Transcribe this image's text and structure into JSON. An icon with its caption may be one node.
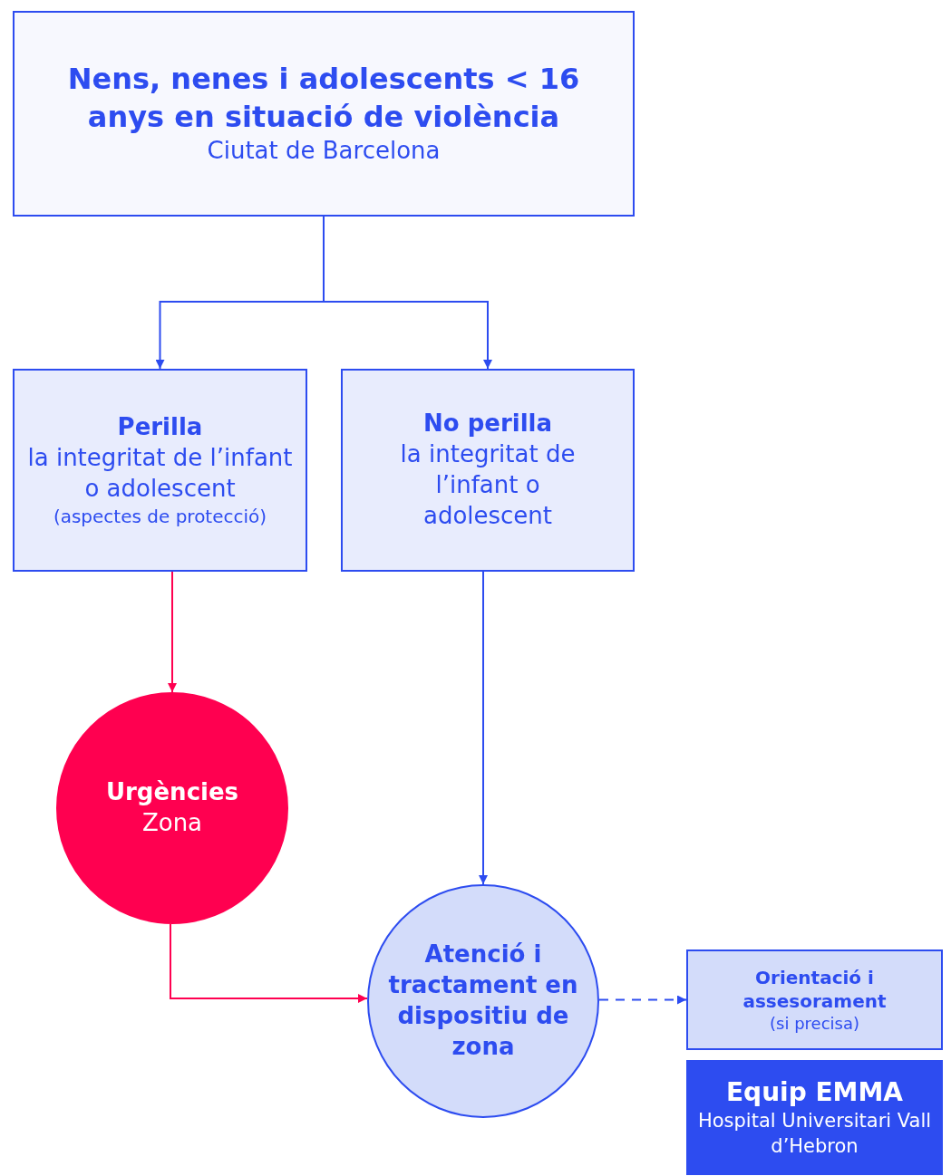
{
  "diagram": {
    "nodes": [
      {
        "text": [
          "Nens, nenes i adolescents < 16 anys en situació de violència",
          "Ciutat de Barcelona"
        ]
      },
      {
        "text": [
          "Perilla",
          "la integritat de l’infant o adolescent",
          "(aspectes de protecció)"
        ]
      },
      {
        "text": [
          "No perilla",
          "la integritat de l’infant o adolescent"
        ]
      },
      {
        "text": [
          "Urgències",
          "Zona"
        ]
      },
      {
        "text": [
          "Atenció i tractament en dispositiu de zona"
        ]
      },
      {
        "text": [
          "Orientació i assesorament",
          "(si precisa)"
        ]
      },
      {
        "text": [
          "Equip EMMA",
          "Hospital Universitari Vall d’Hebron"
        ]
      }
    ],
    "edges": [
      {
        "from": 0,
        "to": 1,
        "arrow": "to"
      },
      {
        "from": 0,
        "to": 2,
        "arrow": "to"
      },
      {
        "from": 1,
        "to": 3,
        "arrow": "to",
        "color": "#ff0050"
      },
      {
        "from": 2,
        "to": 4,
        "arrow": "to"
      },
      {
        "from": 3,
        "to": 4,
        "arrow": "to",
        "color": "#ff0050"
      },
      {
        "from": 4,
        "to": 5,
        "arrow": "to",
        "style": "dashed"
      }
    ]
  }
}
